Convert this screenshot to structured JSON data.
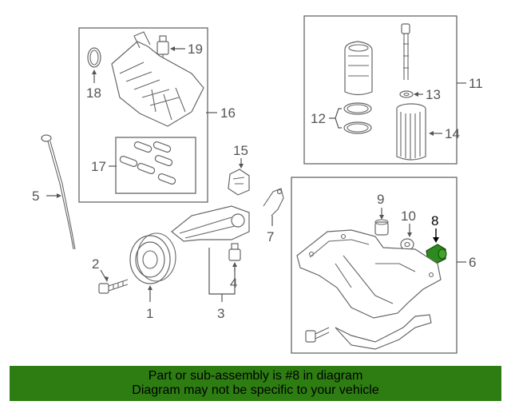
{
  "diagram": {
    "callouts": [
      "1",
      "2",
      "3",
      "4",
      "5",
      "6",
      "7",
      "8",
      "9",
      "10",
      "11",
      "12",
      "13",
      "14",
      "15",
      "16",
      "17",
      "18",
      "19"
    ],
    "highlighted_part": "8",
    "highlight_color": "#2d8a1c"
  },
  "banner": {
    "line1": "Part or sub-assembly is #8 in diagram",
    "line2": "Diagram may not be specific to your vehicle",
    "background": "#2e7d12"
  }
}
